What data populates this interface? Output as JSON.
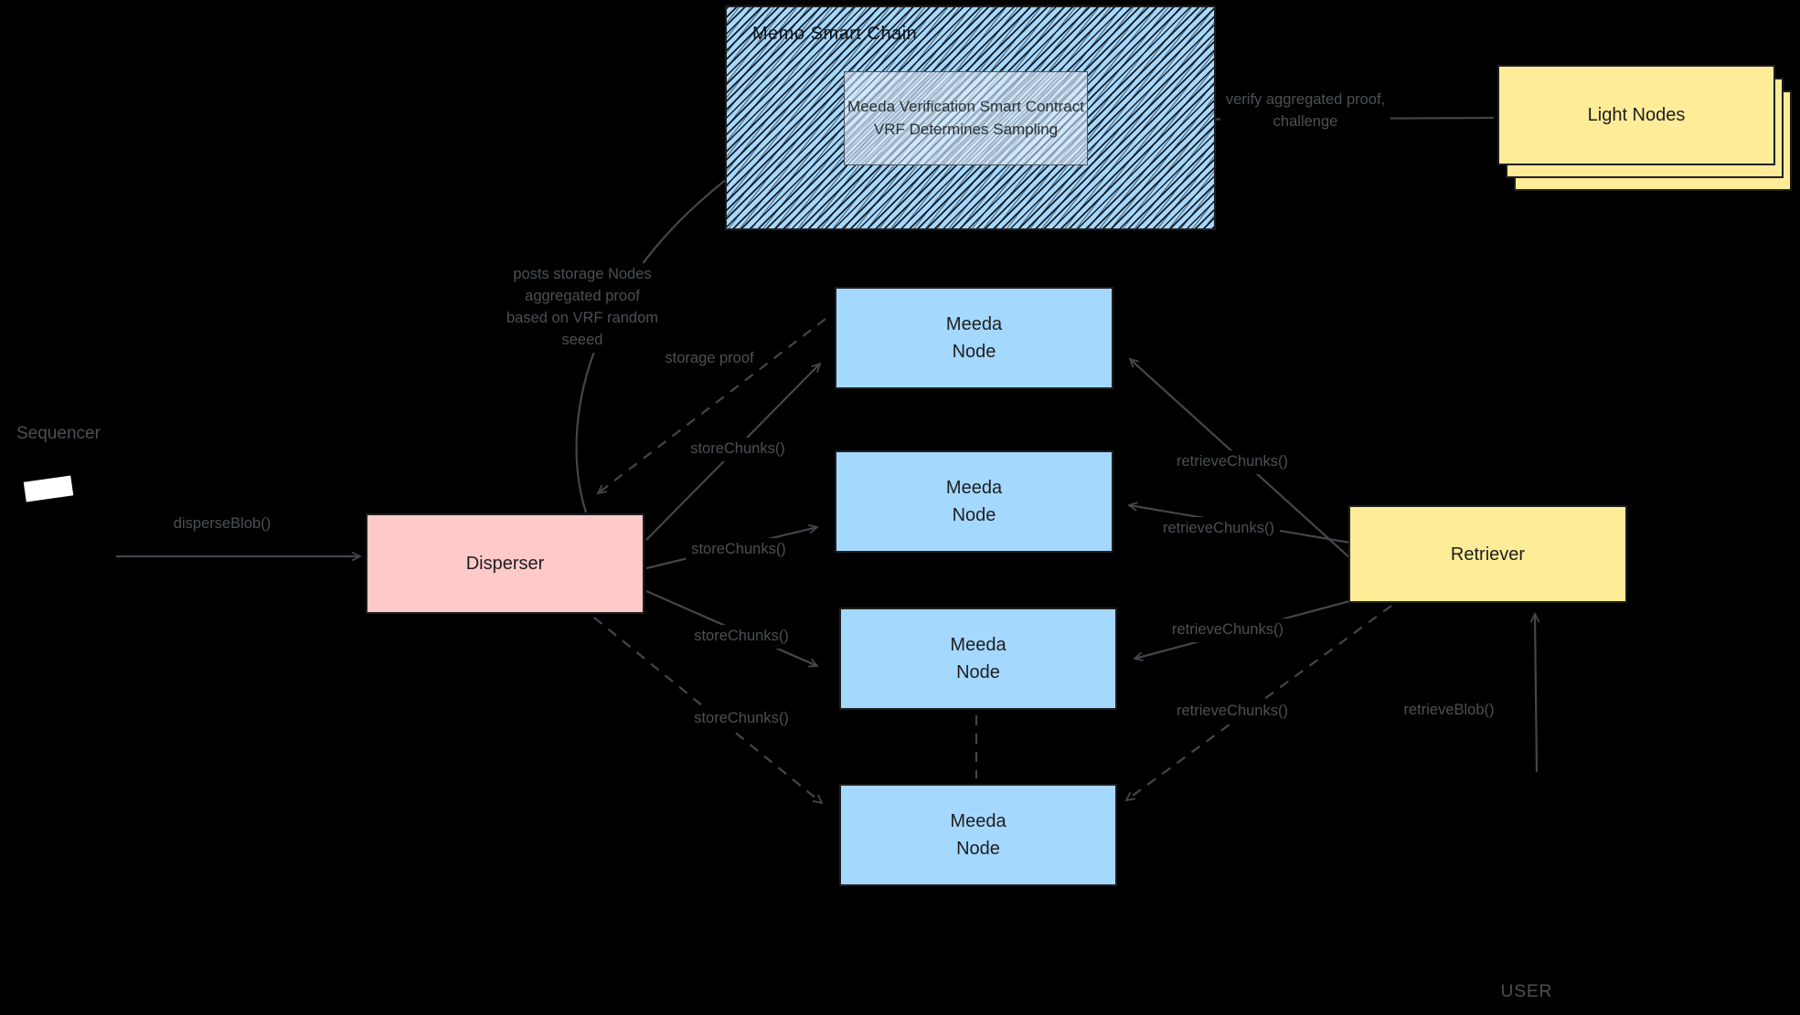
{
  "chain": {
    "title": "Memo Smart Chain",
    "contract_line1": "Meeda Verification Smart Contract",
    "contract_line2": "VRF Determines Sampling"
  },
  "boxes": {
    "light_nodes": "Light Nodes",
    "disperser": "Disperser",
    "retriever": "Retriever",
    "meeda_node_line1": "Meeda",
    "meeda_node_line2": "Node",
    "meeda_node_count": 4
  },
  "labels": {
    "sequencer": "Sequencer",
    "disperse_blob": "disperseBlob()",
    "posts_proof_lines": [
      "posts storage Nodes",
      "aggregated proof",
      "based on VRF random",
      "seeed"
    ],
    "storage_proof": "storage proof",
    "store_chunks": "storeChunks()",
    "retrieve_chunks": "retrieveChunks()",
    "verify_line1": "verify aggregated proof,",
    "verify_line2": "challenge",
    "retrieve_blob": "retrieveBlob()",
    "user": "USER"
  },
  "colors": {
    "background": "#000000",
    "node_blue": "#a5d8ff",
    "disperser_pink": "#ffc9c9",
    "retriever_yellow": "#ffec99",
    "shape_stroke": "#1e1e1e",
    "connector_gray": "#43464a",
    "label_gray": "#4c5054",
    "sequencer_chip_white": "#ffffff"
  }
}
